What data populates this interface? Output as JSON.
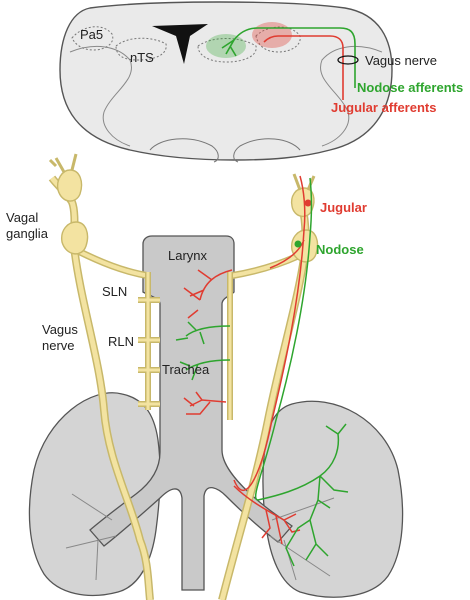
{
  "colors": {
    "nerve_fill": "#f3e3a1",
    "nerve_stroke": "#c8b86a",
    "tissue_fill": "#d4d4d4",
    "tissue_stroke": "#555555",
    "jugular": "#e03c31",
    "nodose": "#2ea52e",
    "dark": "#111111"
  },
  "brainstem": {
    "pa5": "Pa5",
    "nts": "nTS",
    "vagus_nerve": "Vagus nerve",
    "nodose_afferents": "Nodose afferents",
    "jugular_afferents": "Jugular afferents"
  },
  "body": {
    "vagal_ganglia_line1": "Vagal",
    "vagal_ganglia_line2": "ganglia",
    "vagus_nerve_line1": "Vagus",
    "vagus_nerve_line2": "nerve",
    "sln": "SLN",
    "rln": "RLN",
    "larynx": "Larynx",
    "trachea": "Trachea",
    "jugular": "Jugular",
    "nodose": "Nodose"
  }
}
